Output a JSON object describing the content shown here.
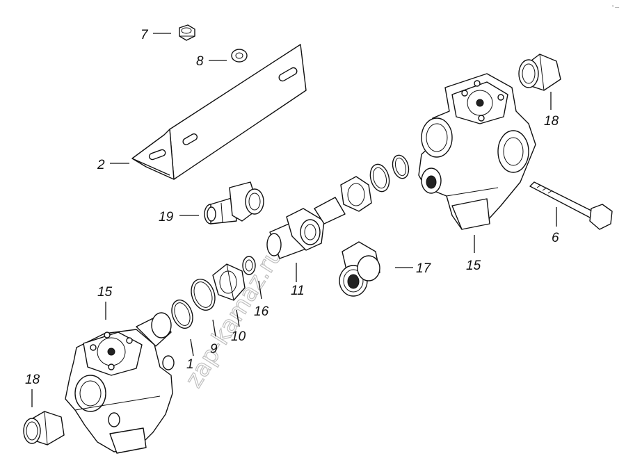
{
  "diagram": {
    "watermark": "zap-kamaz.ru",
    "corner_mark": "° —",
    "callouts": [
      {
        "id": "c7",
        "text": "7"
      },
      {
        "id": "c8",
        "text": "8"
      },
      {
        "id": "c2",
        "text": "2"
      },
      {
        "id": "c19",
        "text": "19"
      },
      {
        "id": "c18a",
        "text": "18"
      },
      {
        "id": "c6",
        "text": "6"
      },
      {
        "id": "c15a",
        "text": "15"
      },
      {
        "id": "c17",
        "text": "17"
      },
      {
        "id": "c11",
        "text": "11"
      },
      {
        "id": "c16",
        "text": "16"
      },
      {
        "id": "c10",
        "text": "10"
      },
      {
        "id": "c9",
        "text": "9"
      },
      {
        "id": "c1",
        "text": "1"
      },
      {
        "id": "c15b",
        "text": "15"
      },
      {
        "id": "c18b",
        "text": "18"
      }
    ]
  }
}
